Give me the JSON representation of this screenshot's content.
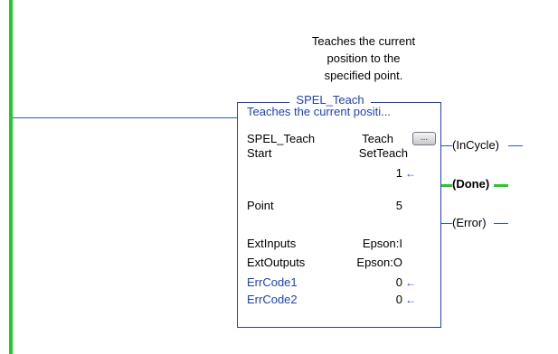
{
  "comment_lines": [
    "Teaches the current",
    "position to the",
    "specified point."
  ],
  "block": {
    "title": "SPEL_Teach",
    "description": "Teaches the current positi...",
    "rows": [
      {
        "label": "SPEL_Teach",
        "value": "Teach"
      },
      {
        "label": "Start",
        "value": "SetTeach"
      },
      {
        "label": "",
        "value": "1"
      },
      {
        "label": "Point",
        "value": "5"
      },
      {
        "label": "ExtInputs",
        "value": "Epson:I"
      },
      {
        "label": "ExtOutputs",
        "value": "Epson:O"
      },
      {
        "label": "ErrCode1",
        "value": "0"
      },
      {
        "label": "ErrCode2",
        "value": "0"
      }
    ],
    "config_button_label": "..."
  },
  "outputs": {
    "incycle": "(InCycle)",
    "done": "(Done)",
    "error": "(Error)"
  },
  "arrow_glyph": "←",
  "colors": {
    "rail": "#22cc22",
    "wire": "#3355cc",
    "block_border": "#1f3fbf",
    "label_text": "#1f3fbf"
  }
}
